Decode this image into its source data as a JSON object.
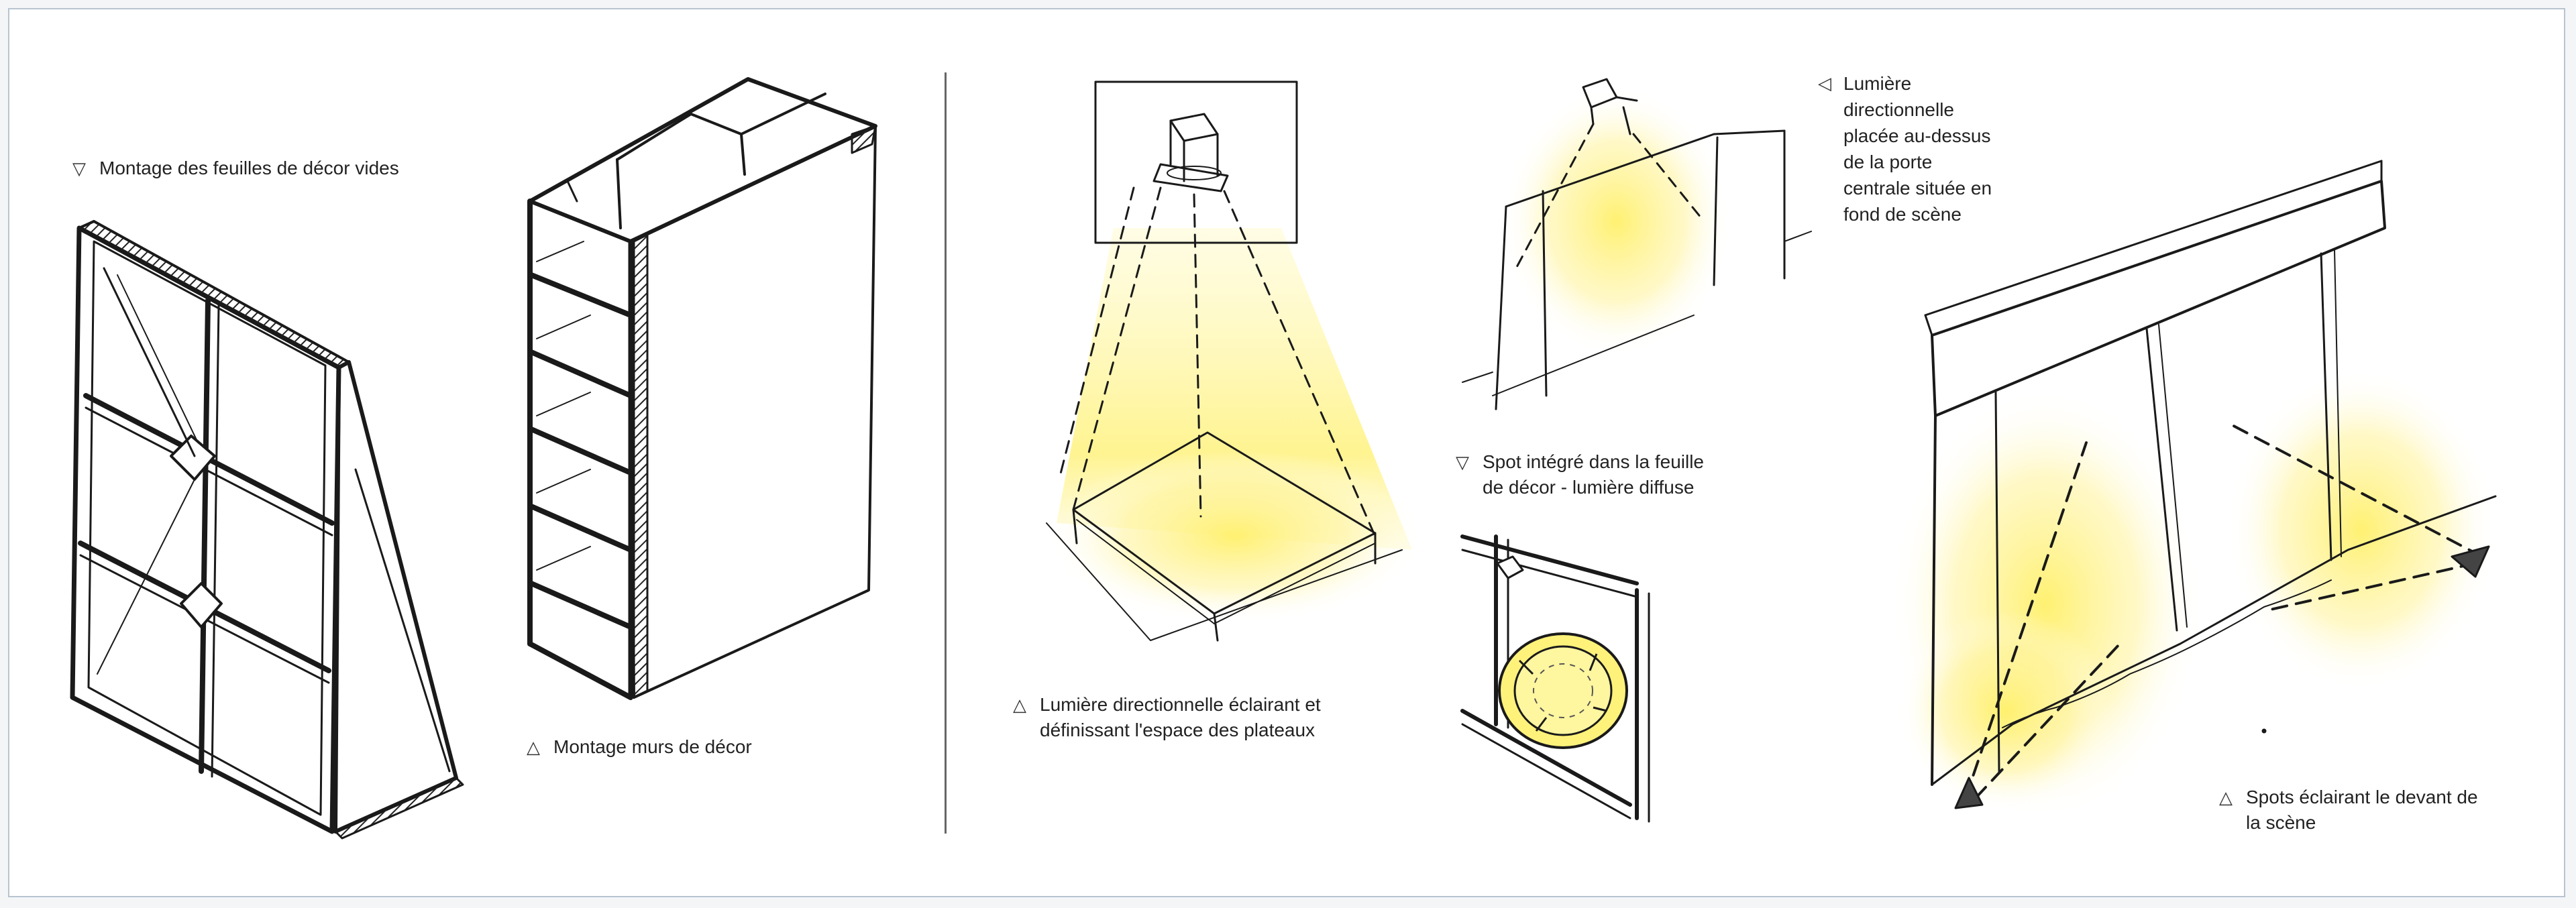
{
  "captions": {
    "montage_feuilles": {
      "mark": "▽",
      "text": "Montage des feuilles de décor vides"
    },
    "montage_murs": {
      "mark": "△",
      "text": "Montage murs de décor"
    },
    "lumiere_plateaux": {
      "mark": "△",
      "text": "Lumière directionnelle éclairant et\ndéfinissant l'espace des plateaux"
    },
    "lumiere_porte": {
      "mark": "◁",
      "text": "Lumière\ndirectionnelle\nplacée au-dessus\nde la porte\ncentrale située en\nfond de scène"
    },
    "spot_integre": {
      "mark": "▽",
      "text": "Spot intégré dans la feuille\nde décor - lumière diffuse"
    },
    "spots_devant": {
      "mark": "△",
      "text": "Spots éclairant le devant de\nla scène"
    }
  },
  "colors": {
    "ink": "#1a1a1a",
    "light": "#fff27a",
    "frame": "#b8c4d0"
  }
}
